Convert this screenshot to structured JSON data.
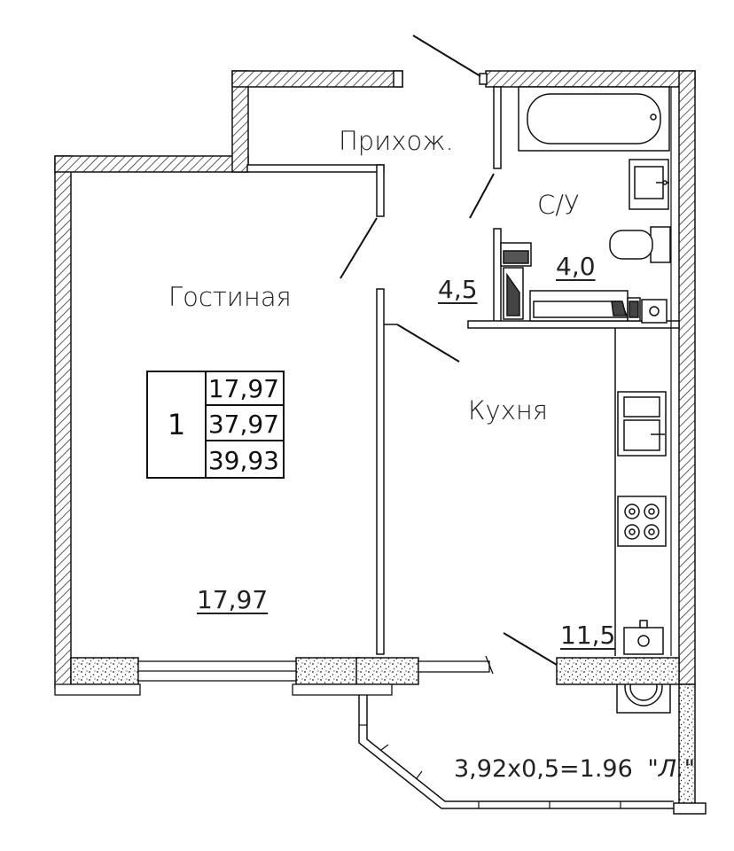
{
  "rooms": {
    "hallway": "Прихож.",
    "bathroom": "С/У",
    "living": "Гостиная",
    "kitchen": "Кухня"
  },
  "areas": {
    "hallway": "4,5",
    "bathroom": "4,0",
    "living": "17,97",
    "kitchen": "11,5"
  },
  "summary": {
    "room_count": "1",
    "living_area": "17,97",
    "total_area": "37,97",
    "total_with_balcony": "39,93"
  },
  "balcony": {
    "formula": "3,92х0,5=1.96",
    "type": "\"Л.\""
  },
  "colors": {
    "line": "#111111",
    "hatch": "#333333",
    "background": "#ffffff"
  }
}
